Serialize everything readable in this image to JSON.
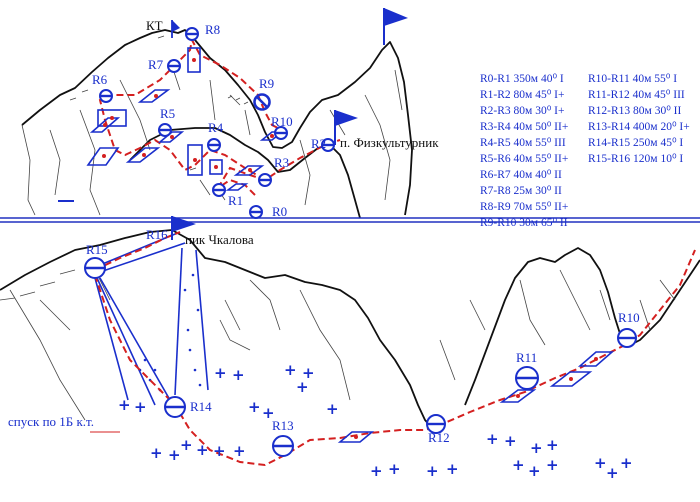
{
  "labels": {
    "kt": "КТ",
    "peak_fizkult": "п. Физкультурник",
    "peak_chkalov": "пик Чкалова",
    "descent": "спуск по 1Б к.т."
  },
  "stations": {
    "r0": "R0",
    "r1": "R1",
    "r2": "R2",
    "r3": "R3",
    "r4": "R4",
    "r5": "R5",
    "r6": "R6",
    "r7": "R7",
    "r8": "R8",
    "r9": "R9",
    "r10": "R10",
    "r10b": "R10",
    "r11": "R11",
    "r12": "R12",
    "r13": "R13",
    "r14": "R14",
    "r15": "R15",
    "r16": "R16"
  },
  "legend": {
    "col1": [
      "R0-R1 350м 40⁰ I",
      "R1-R2 80м 45⁰ I+",
      "R2-R3 80м 30⁰ I+",
      "R3-R4 40м 50⁰ II+",
      "R4-R5 40м 55⁰ III",
      "R5-R6 40м 55⁰ II+",
      "R6-R7 40м 40⁰ II",
      "R7-R8 25м 30⁰ II",
      "R8-R9 70м 55⁰ II+",
      "R9-R10 30м 65⁰ II"
    ],
    "col2": [
      "R10-R11 40м 55⁰ I",
      "R11-R12 40м 45⁰ III",
      "R12-R13 80м 30⁰ II",
      "R13-R14 400м 20⁰ I+",
      "R14-R15 250м 45⁰ I",
      "R15-R16 120м 10⁰ I"
    ]
  },
  "colors": {
    "route": "#d42020",
    "marks": "#1a2fcc",
    "ink": "#111111"
  }
}
